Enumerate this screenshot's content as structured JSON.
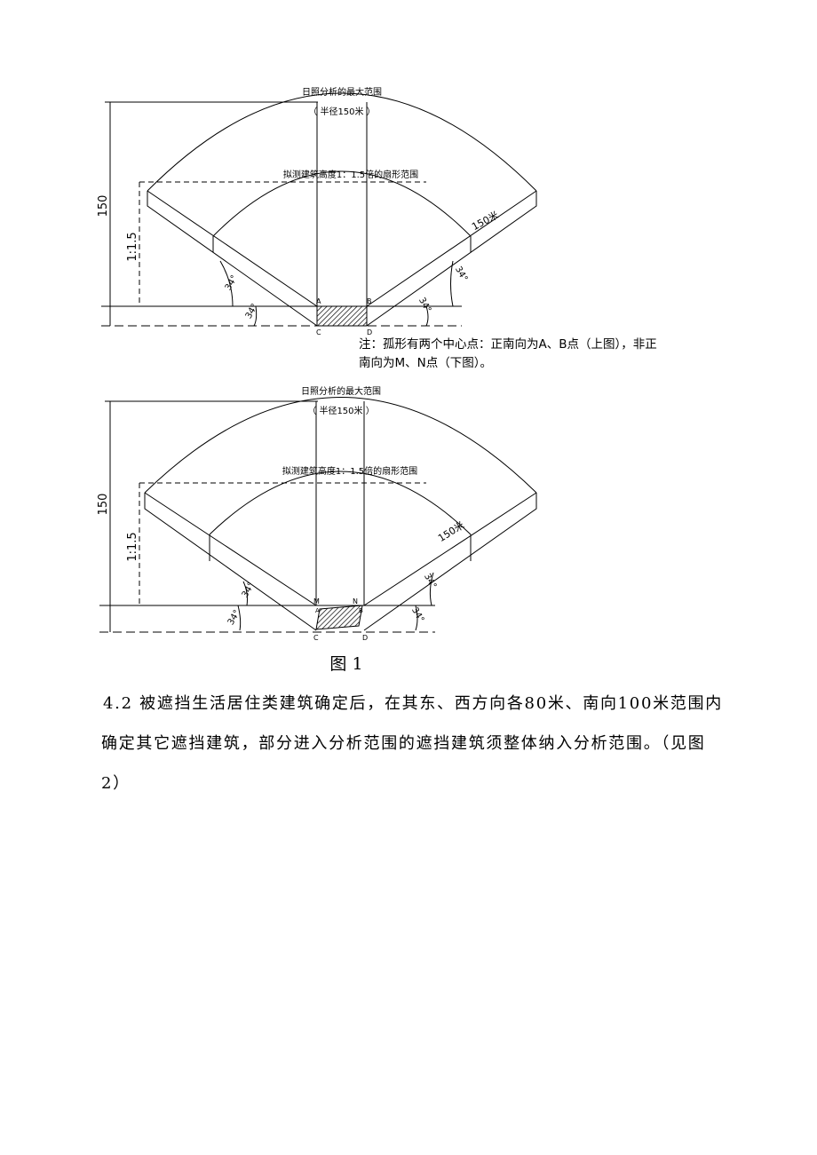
{
  "figure_top": {
    "title": "日照分析的最大范围",
    "radius_label": "（  半径150米  ）",
    "inner_label": "拟测建筑高度1：1.5倍的扇形范围",
    "arc_label": "150米",
    "dim_outer": "150",
    "dim_inner": "1:1.5",
    "angle_label": "34°",
    "points": [
      "A",
      "B",
      "C",
      "D"
    ]
  },
  "note": {
    "line1": "注：孤形有两个中心点：正南向为A、B点（上图），非正",
    "line2": "南向为M、N点（下图）。"
  },
  "figure_bottom": {
    "title": "日照分析的最大范围",
    "radius_label": "（  半径150米  ）",
    "inner_label": "拟测建筑高度1：1.5倍的扇形范围",
    "arc_label": "150米",
    "dim_outer": "150",
    "dim_inner": "1:1.5",
    "angle_label": "34°",
    "points": [
      "M",
      "N",
      "A",
      "B",
      "C",
      "D"
    ]
  },
  "caption": "图 1",
  "paragraph": "4.2 被遮挡生活居住类建筑确定后，在其东、西方向各80米、南向100米范围内确定其它遮挡建筑，部分进入分析范围的遮挡建筑须整体纳入分析范围。（见图2）"
}
